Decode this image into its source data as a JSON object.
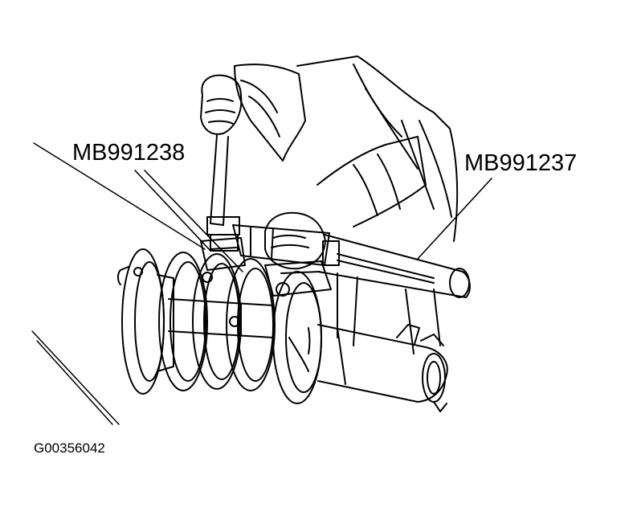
{
  "callouts": {
    "tool_a": "MB991238",
    "tool_b": "MB991237"
  },
  "figure_id": "G00356042",
  "colors": {
    "ink": "#000000",
    "paper": "#ffffff"
  }
}
